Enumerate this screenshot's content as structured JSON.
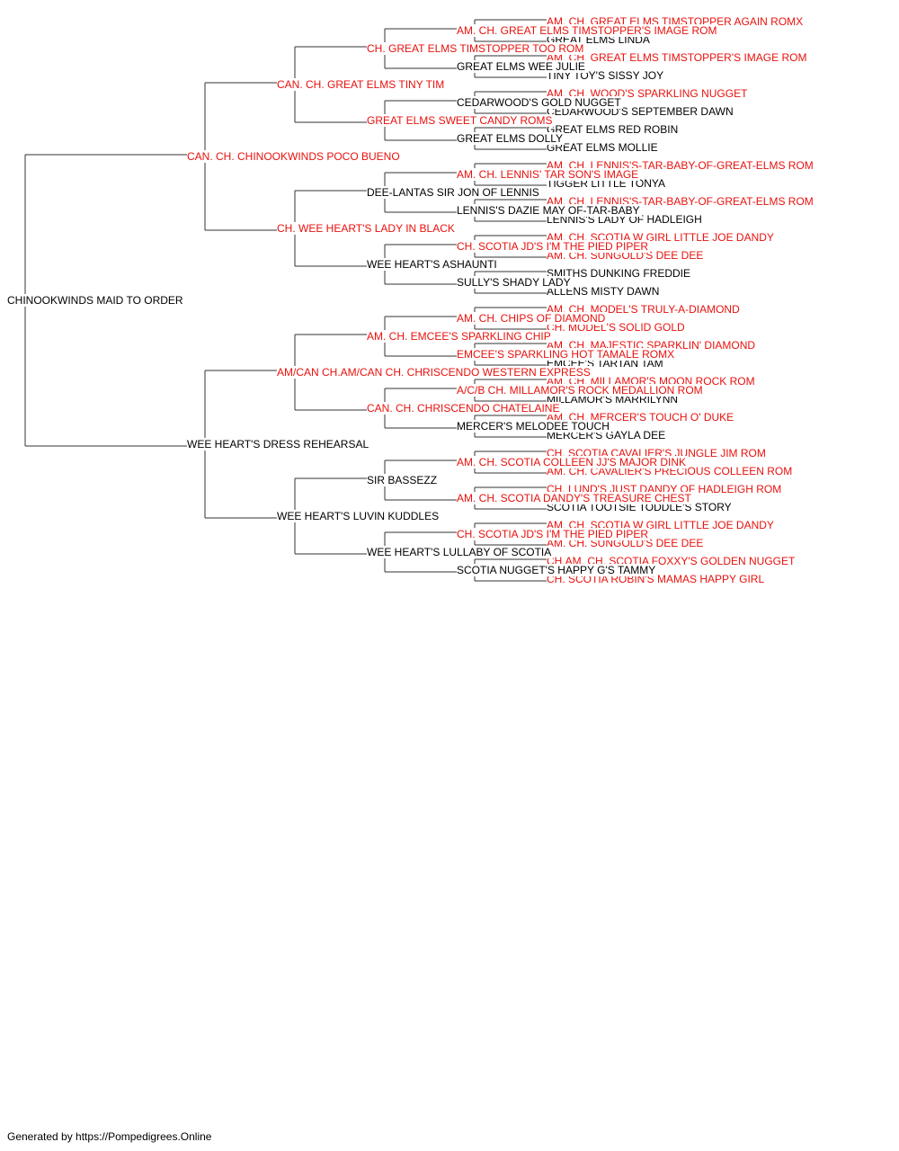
{
  "colors": {
    "champion": "#e8110d",
    "normal": "#000000",
    "line": "#333333"
  },
  "pedigree": {
    "name": "CHINOOKWINDS MAID TO ORDER",
    "champion": false,
    "sire": {
      "name": "CAN. CH. CHINOOKWINDS POCO BUENO",
      "champion": true,
      "sire": {
        "name": "CAN. CH. GREAT ELMS TINY TIM",
        "champion": true,
        "sire": {
          "name": "CH. GREAT ELMS TIMSTOPPER TOO ROM",
          "champion": true,
          "sire": {
            "name": "AM. CH. GREAT ELMS TIMSTOPPER'S IMAGE ROM",
            "champion": true,
            "sire": {
              "name": "AM. CH. GREAT ELMS TIMSTOPPER AGAIN ROMX",
              "champion": true
            },
            "dam": {
              "name": "GREAT ELMS LINDA",
              "champion": false
            }
          },
          "dam": {
            "name": "GREAT ELMS WEE JULIE",
            "champion": false,
            "sire": {
              "name": "AM. CH. GREAT ELMS TIMSTOPPER'S IMAGE ROM",
              "champion": true
            },
            "dam": {
              "name": "TINY TOY'S SISSY JOY",
              "champion": false
            }
          }
        },
        "dam": {
          "name": "GREAT ELMS SWEET CANDY ROMS",
          "champion": true,
          "sire": {
            "name": "CEDARWOOD'S GOLD NUGGET",
            "champion": false,
            "sire": {
              "name": "AM. CH. WOOD'S SPARKLING NUGGET",
              "champion": true
            },
            "dam": {
              "name": "CEDARWOOD'S SEPTEMBER DAWN",
              "champion": false
            }
          },
          "dam": {
            "name": "GREAT ELMS DOLLY",
            "champion": false,
            "sire": {
              "name": "GREAT ELMS RED ROBIN",
              "champion": false
            },
            "dam": {
              "name": "GREAT ELMS MOLLIE",
              "champion": false
            }
          }
        }
      },
      "dam": {
        "name": "CH. WEE HEART'S LADY IN BLACK",
        "champion": true,
        "sire": {
          "name": "DEE-LANTAS SIR JON OF LENNIS",
          "champion": false,
          "sire": {
            "name": "AM. CH. LENNIS' TAR SON'S IMAGE",
            "champion": true,
            "sire": {
              "name": "AM. CH. LENNIS'S-TAR-BABY-OF-GREAT-ELMS ROM",
              "champion": true
            },
            "dam": {
              "name": "TIGGER LITTLE TONYA",
              "champion": false
            }
          },
          "dam": {
            "name": "LENNIS'S DAZIE MAY OF-TAR-BABY",
            "champion": false,
            "sire": {
              "name": "AM. CH. LENNIS'S-TAR-BABY-OF-GREAT-ELMS ROM",
              "champion": true
            },
            "dam": {
              "name": "LENNIS'S LADY OF HADLEIGH",
              "champion": false
            }
          }
        },
        "dam": {
          "name": "WEE HEART'S ASHAUNTI",
          "champion": false,
          "sire": {
            "name": "CH. SCOTIA JD'S I'M THE PIED PIPER",
            "champion": true,
            "sire": {
              "name": "AM. CH. SCOTIA W GIRL LITTLE JOE DANDY",
              "champion": true
            },
            "dam": {
              "name": "AM. CH. SUNGOLD'S DEE DEE",
              "champion": true
            }
          },
          "dam": {
            "name": "SULLY'S SHADY LADY",
            "champion": false,
            "sire": {
              "name": "SMITHS DUNKING FREDDIE",
              "champion": false
            },
            "dam": {
              "name": "ALLENS MISTY DAWN",
              "champion": false
            }
          }
        }
      }
    },
    "dam": {
      "name": "WEE HEART'S DRESS REHEARSAL",
      "champion": false,
      "sire": {
        "name": "AM/CAN CH.AM/CAN CH. CHRISCENDO WESTERN EXPRESS",
        "champion": true,
        "sire": {
          "name": "AM. CH. EMCEE'S SPARKLING CHIP",
          "champion": true,
          "sire": {
            "name": "AM. CH. CHIPS OF DIAMOND",
            "champion": true,
            "sire": {
              "name": "AM. CH. MODEL'S TRULY-A-DIAMOND",
              "champion": true
            },
            "dam": {
              "name": "CH. MODEL'S SOLID GOLD",
              "champion": true
            }
          },
          "dam": {
            "name": "EMCEE'S SPARKLING HOT TAMALE ROMX",
            "champion": true,
            "sire": {
              "name": "AM. CH. MAJESTIC SPARKLIN' DIAMOND",
              "champion": true
            },
            "dam": {
              "name": "EMCEE'S TARTAN TAM",
              "champion": false
            }
          }
        },
        "dam": {
          "name": "CAN. CH. CHRISCENDO CHATELAINE",
          "champion": true,
          "sire": {
            "name": "A/C/B CH. MILLAMOR'S ROCK MEDALLION ROM",
            "champion": true,
            "sire": {
              "name": "AM. CH. MILLAMOR'S MOON ROCK ROM",
              "champion": true
            },
            "dam": {
              "name": "MILLAMOR'S MARRILYNN",
              "champion": false
            }
          },
          "dam": {
            "name": "MERCER'S MELODEE TOUCH",
            "champion": false,
            "sire": {
              "name": "AM. CH. MERCER'S TOUCH O' DUKE",
              "champion": true
            },
            "dam": {
              "name": "MERCER'S GAYLA DEE",
              "champion": false
            }
          }
        }
      },
      "dam": {
        "name": "WEE HEART'S LUVIN KUDDLES",
        "champion": false,
        "sire": {
          "name": "SIR BASSEZZ",
          "champion": false,
          "sire": {
            "name": "AM. CH. SCOTIA COLLEEN JJ'S MAJOR DINK",
            "champion": true,
            "sire": {
              "name": "CH. SCOTIA CAVALIER'S JUNGLE JIM ROM",
              "champion": true
            },
            "dam": {
              "name": "AM. CH. CAVALIER'S PRECIOUS COLLEEN ROM",
              "champion": true
            }
          },
          "dam": {
            "name": "AM. CH. SCOTIA DANDY'S TREASURE CHEST",
            "champion": true,
            "sire": {
              "name": "CH. LUND'S JUST DANDY OF HADLEIGH ROM",
              "champion": true
            },
            "dam": {
              "name": "SCOTIA TOOTSIE TODDLE'S STORY",
              "champion": false
            }
          }
        },
        "dam": {
          "name": "WEE HEART'S LULLABY OF SCOTIA",
          "champion": false,
          "sire": {
            "name": "CH. SCOTIA JD'S I'M THE PIED PIPER",
            "champion": true,
            "sire": {
              "name": "AM. CH. SCOTIA W GIRL LITTLE JOE DANDY",
              "champion": true
            },
            "dam": {
              "name": "AM. CH. SUNGOLD'S DEE DEE",
              "champion": true
            }
          },
          "dam": {
            "name": "SCOTIA NUGGET'S HAPPY G'S TAMMY",
            "champion": false,
            "sire": {
              "name": "CH.AM. CH. SCOTIA FOXXY'S GOLDEN NUGGET",
              "champion": true
            },
            "dam": {
              "name": "CH. SCOTIA ROBIN'S MAMAS HAPPY GIRL",
              "champion": true
            }
          }
        }
      }
    }
  },
  "footer": "Generated by https://Pompedigrees.Online"
}
